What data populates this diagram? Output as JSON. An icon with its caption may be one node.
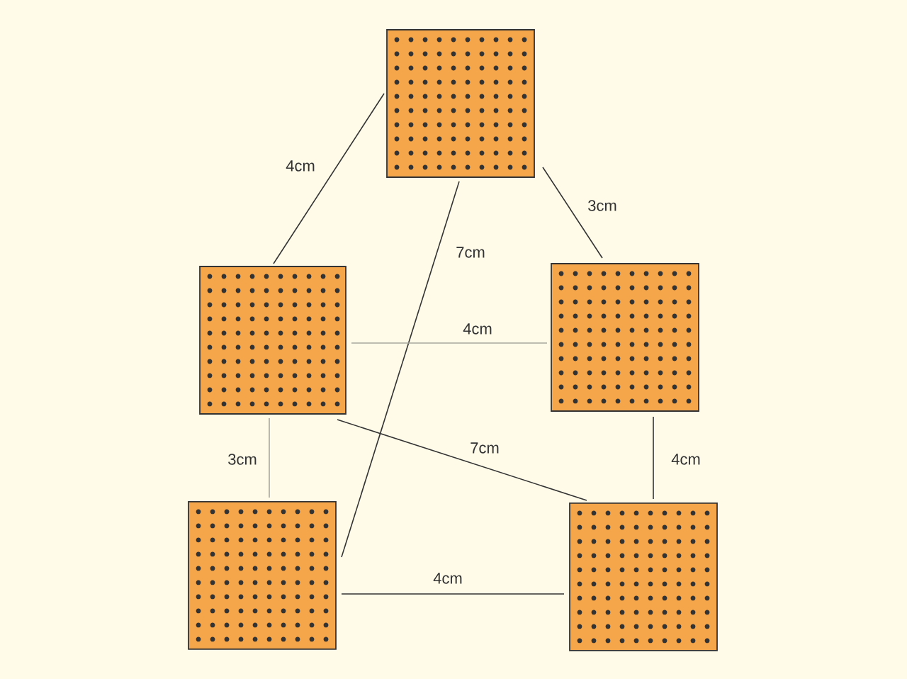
{
  "diagram": {
    "nodes": [
      {
        "text": [],
        "shape": "box"
      },
      {
        "text": [],
        "shape": "box"
      },
      {
        "text": [],
        "shape": "box"
      },
      {
        "text": [],
        "shape": "box"
      },
      {
        "text": [],
        "shape": "box"
      }
    ],
    "edges": [
      {
        "from": 0,
        "to": 1,
        "arrow": "none",
        "label": "4cm"
      },
      {
        "from": 0,
        "to": 2,
        "arrow": "none",
        "label": "3cm"
      },
      {
        "from": 0,
        "to": 3,
        "arrow": "none",
        "label": "7cm"
      },
      {
        "from": 1,
        "to": 2,
        "arrow": "none",
        "label": "4cm",
        "color": "#a8a8a0"
      },
      {
        "from": 1,
        "to": 4,
        "arrow": "none",
        "label": "7cm"
      },
      {
        "from": 1,
        "to": 3,
        "arrow": "none",
        "label": "3cm",
        "color": "#a8a8a0"
      },
      {
        "from": 2,
        "to": 4,
        "arrow": "none",
        "label": "4cm"
      },
      {
        "from": 3,
        "to": 4,
        "arrow": "none",
        "label": "4cm"
      }
    ]
  }
}
